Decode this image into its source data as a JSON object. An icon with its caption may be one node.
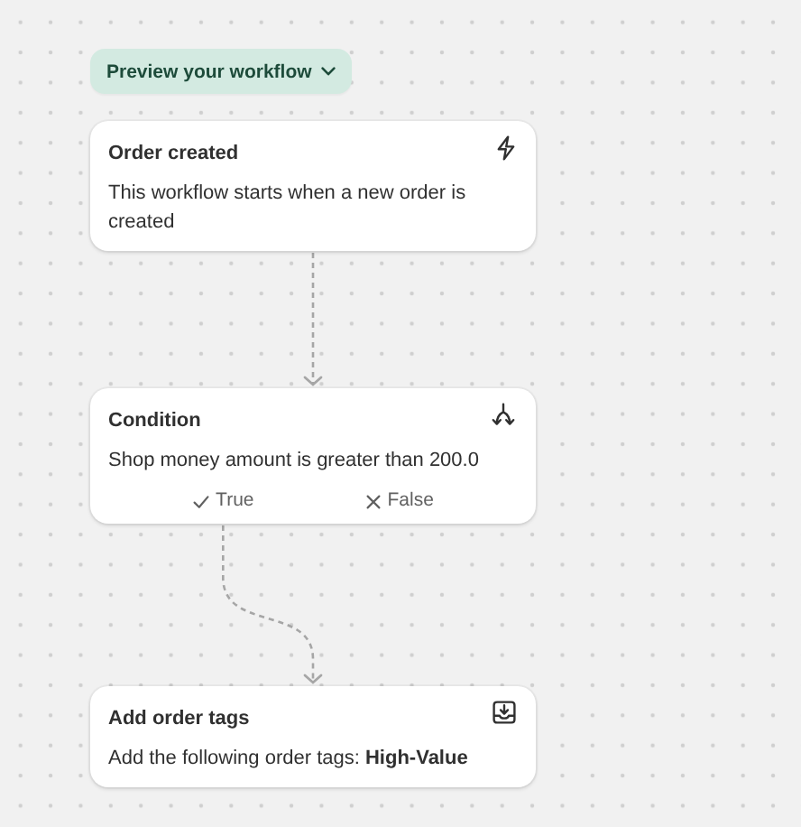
{
  "diagram": {
    "nodes": [
      {
        "text": [
          "Order created",
          "This workflow starts when a new order is created"
        ]
      },
      {
        "text": [
          "Condition",
          "Shop money amount is greater than 200.0"
        ]
      },
      {
        "text": [
          "True"
        ],
        "in": 1
      },
      {
        "text": [
          "False"
        ],
        "in": 1
      },
      {
        "text": [
          "Add order tags",
          "Add the following order tags: **High-Value**"
        ]
      }
    ],
    "edges": [
      {
        "from": 0,
        "to": 1,
        "arrow": "to",
        "style": "dashed"
      },
      {
        "from": 2,
        "to": 4,
        "arrow": "to",
        "style": "dashed"
      }
    ],
    "labels": [
      "Preview your workflow"
    ]
  }
}
